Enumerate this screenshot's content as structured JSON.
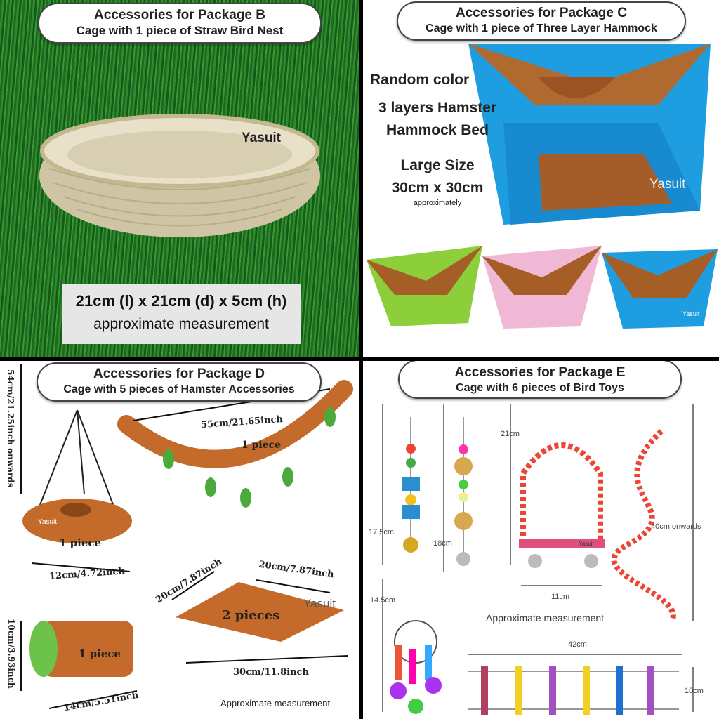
{
  "packageB": {
    "title": "Accessories for Package B",
    "subtitle": "Cage with 1 piece of Straw Bird Nest",
    "watermark": "Yasuit",
    "dimensions": "21cm (l) x 21cm (d) x 5cm (h)",
    "note": "approximate measurement"
  },
  "packageC": {
    "title": "Accessories for Package C",
    "subtitle": "Cage with 1 piece of Three Layer Hammock",
    "random_color": "Random color",
    "product_line1": "3 layers Hamster",
    "product_line2": "Hammock Bed",
    "size_label": "Large Size",
    "size_value": "30cm x 30cm",
    "approx": "approximately",
    "watermark": "Yasuit",
    "watermark_small": "Yasuit",
    "colors": [
      "#8ccf3a",
      "#f0b8d4",
      "#1e9ee0"
    ]
  },
  "packageD": {
    "title": "Accessories for Package D",
    "subtitle": "Cage with 5 pieces of Hamster Accessories",
    "height_label": "54cm/21.25inch onwards",
    "vine_length": "55cm/21.65inch",
    "vine_qty": "1 piece",
    "swing_watermark": "Yasuit",
    "swing_qty": "1 piece",
    "swing_width": "12cm/4.72inch",
    "hammock_side1": "20cm/7.87inch",
    "hammock_side2": "20cm/7.87inch",
    "hammock_watermark": "Yasuit",
    "hammock_qty": "2 pieces",
    "hammock_width": "30cm/11.8inch",
    "tunnel_height": "10cm/3.93inch",
    "tunnel_qty": "1 piece",
    "tunnel_length": "14cm/5.51inch",
    "note": "Approximate measurement"
  },
  "packageE": {
    "title": "Accessories for Package E",
    "subtitle": "Cage with 6 pieces of Bird Toys",
    "toy1_height": "17.5cm",
    "toy2_height": "18cm",
    "swing_height": "21cm",
    "swing_width": "11cm",
    "swing_watermark": "Yasuit",
    "spiral_length": "40cm onwards",
    "toy5_height": "14.5cm",
    "note": "Approximate measurement",
    "ladder_width": "42cm",
    "ladder_height": "10cm"
  }
}
